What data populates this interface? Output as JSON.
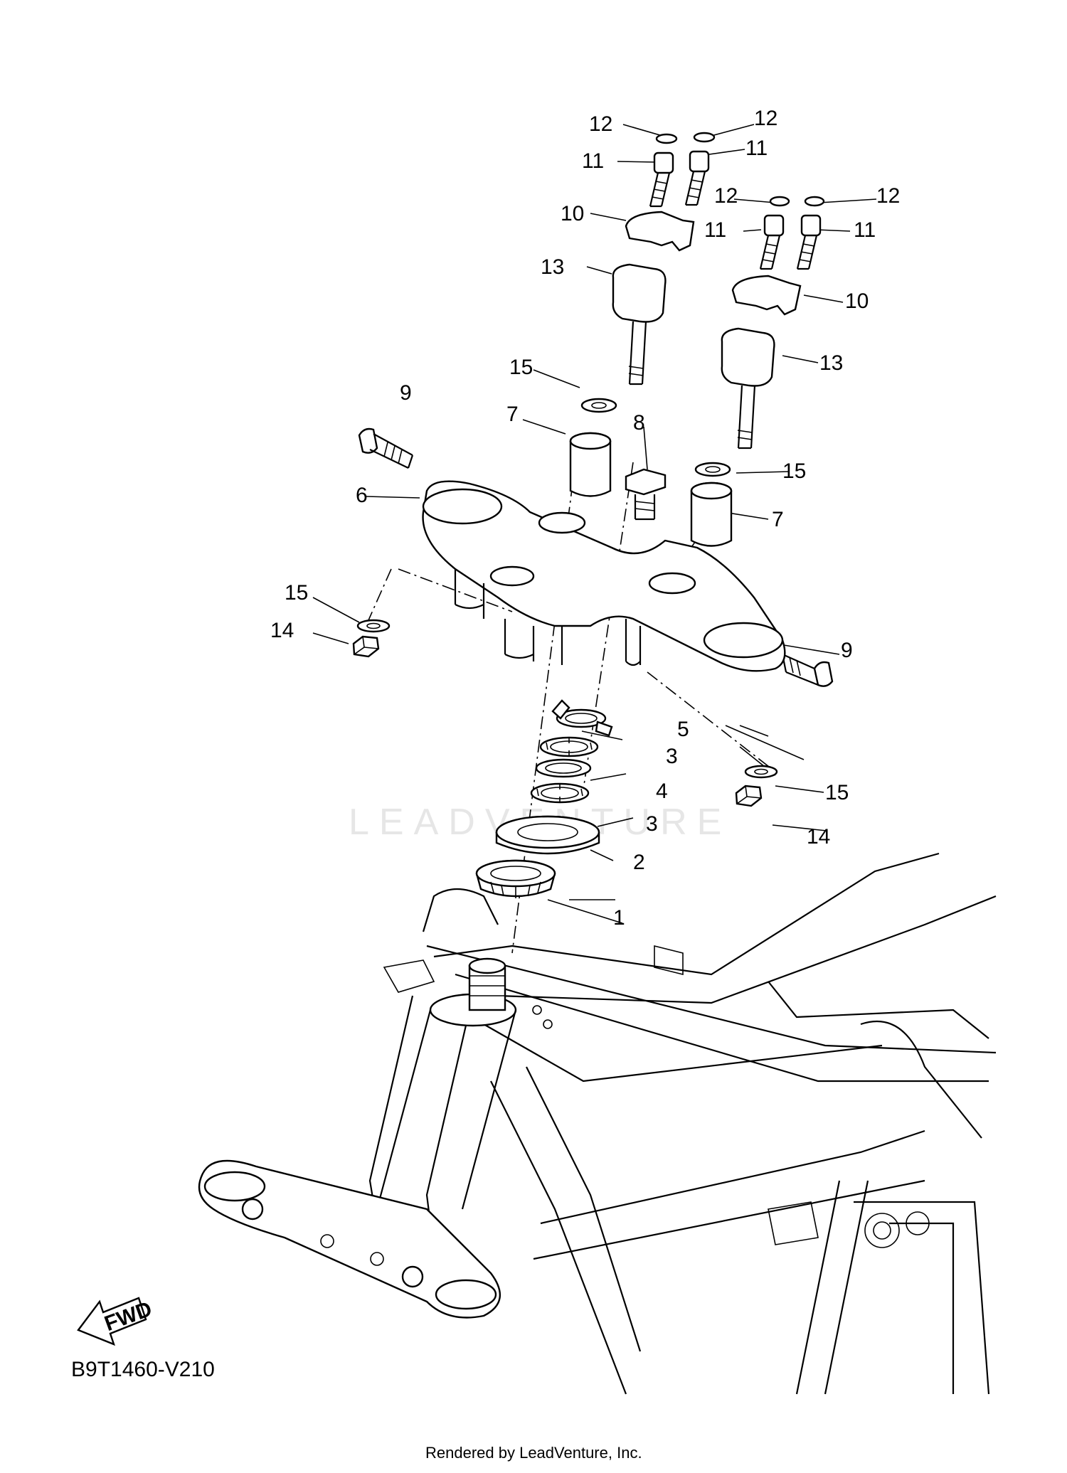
{
  "diagram": {
    "code": "B9T1460-V210",
    "credit": "Rendered by LeadVenture, Inc.",
    "watermark": "LEADVENTURE",
    "fwd_label": "FWD",
    "callouts": [
      "1",
      "2",
      "3",
      "3",
      "4",
      "5",
      "6",
      "7",
      "7",
      "8",
      "9",
      "9",
      "10",
      "10",
      "11",
      "11",
      "11",
      "11",
      "12",
      "12",
      "12",
      "12",
      "13",
      "13",
      "14",
      "14",
      "15",
      "15",
      "15",
      "15"
    ]
  }
}
